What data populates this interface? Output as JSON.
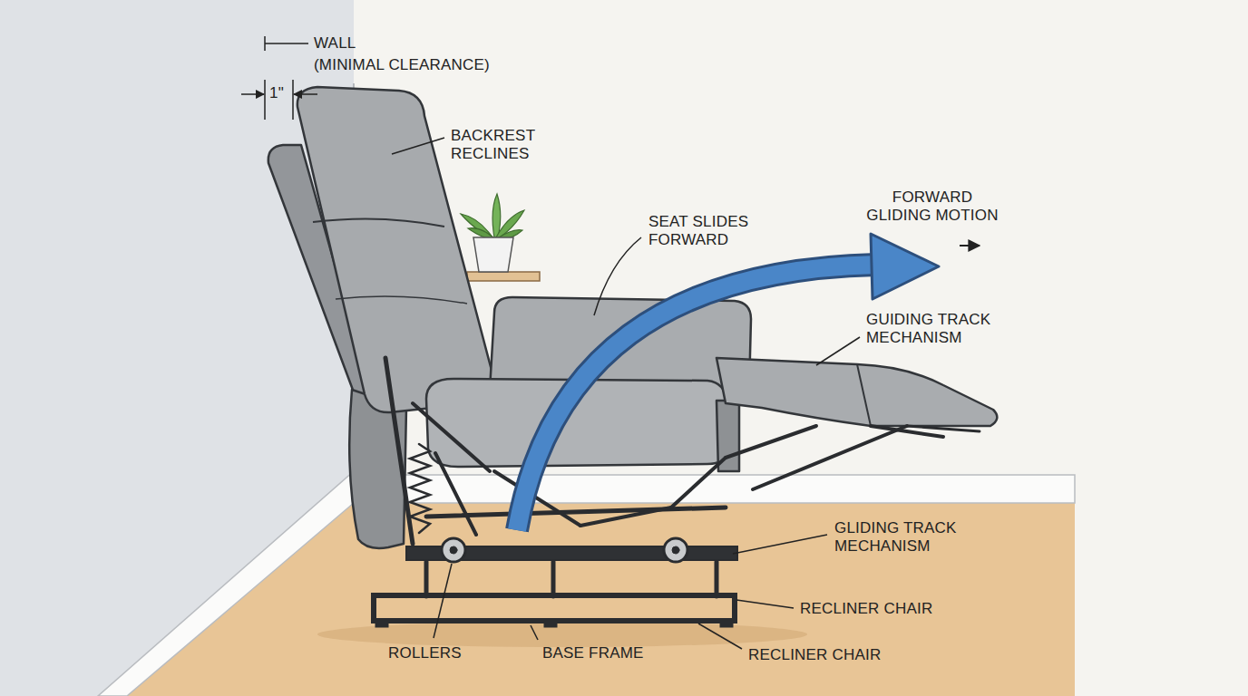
{
  "diagram": {
    "labels": [
      "WALL",
      "(MINIMAL CLEARANCE)",
      "1\"",
      "BACKREST RECLINES",
      "SEAT SLIDES FORWARD",
      "FORWARD GLIDING MOTION",
      "GUIDING TRACK MECHANISM",
      "GLIDING TRACK MECHANISM",
      "RECLINER CHAIR",
      "ROLLERS",
      "BASE FRAME",
      "RECLINER CHAIR"
    ]
  }
}
